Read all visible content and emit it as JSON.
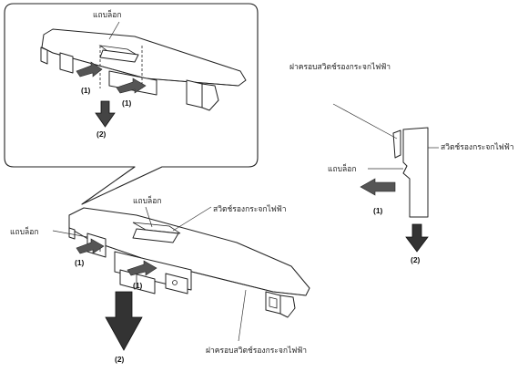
{
  "labels": {
    "tab_lock": "แถบล็อก",
    "switch": "สวิตช์รองกระจกไฟฟ้า",
    "cover": "ฝาครอบสวิตช์รองกระจกไฟฟ้า",
    "step1": "(1)",
    "step2": "(2)"
  }
}
